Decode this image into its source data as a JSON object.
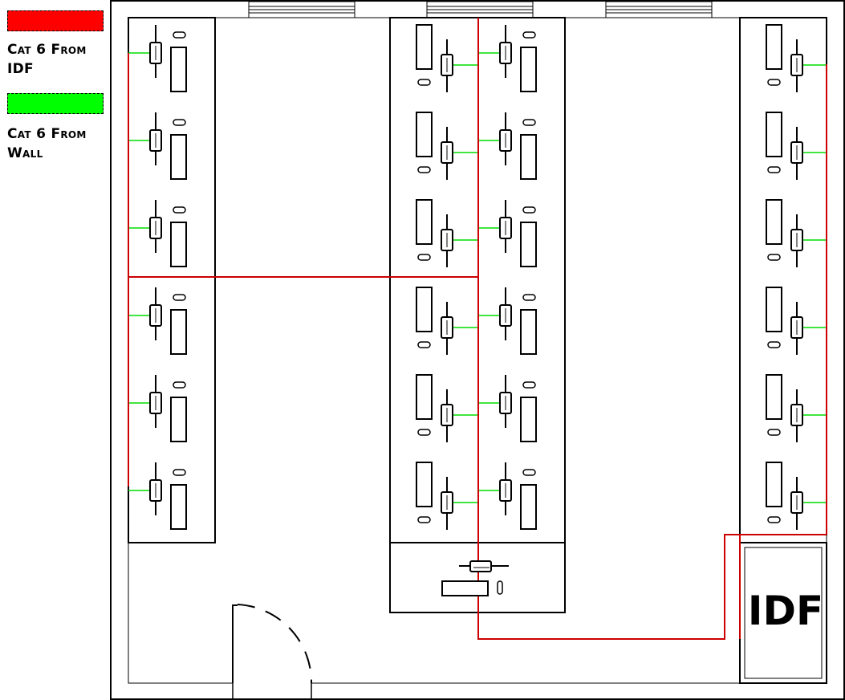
{
  "legend": [
    {
      "label_line1": "Cat 6 From",
      "label_line2": "IDF",
      "color": "#ff0000"
    },
    {
      "label_line1": "Cat 6 From",
      "label_line2": "Wall",
      "color": "#00ff00"
    }
  ],
  "room": {
    "idf_label": "IDF"
  },
  "colors": {
    "wire_from_idf": "#cc0000",
    "wire_from_wall": "#00dd00",
    "walls": "#000000"
  },
  "layout_notes": {
    "left_row_stations": 6,
    "middle_left_row_stations": 6,
    "middle_right_row_stations": 6,
    "right_row_stations": 6,
    "teacher_desk": true
  }
}
